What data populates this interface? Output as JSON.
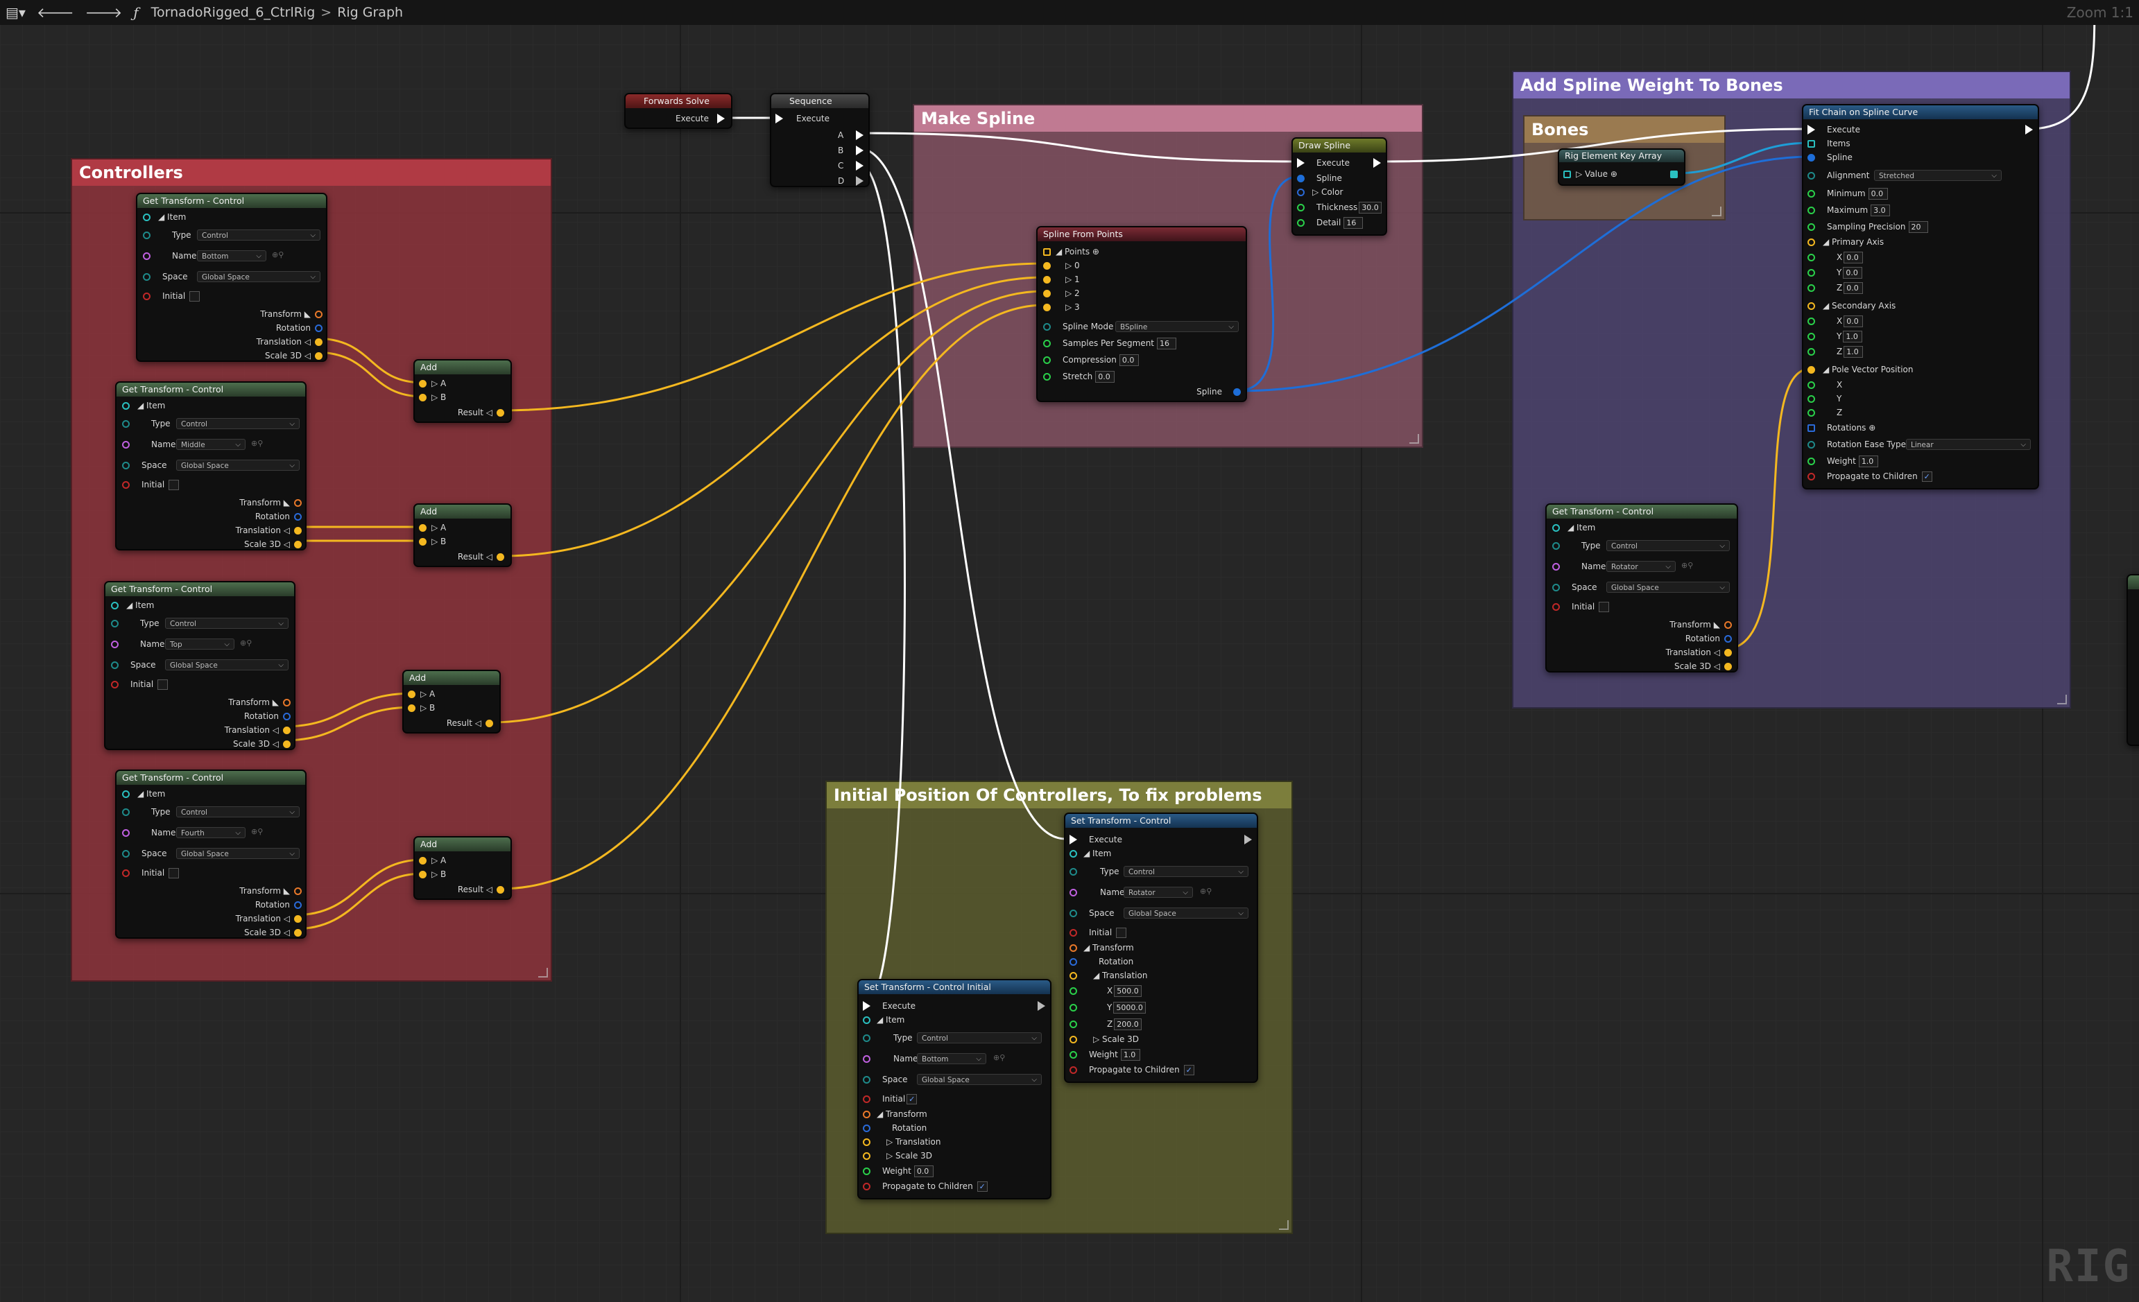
{
  "toolbar": {
    "menu_icon": "menu-icon",
    "back_icon": "back-arrow-icon",
    "forward_icon": "forward-arrow-icon",
    "function_icon": "function-icon",
    "asset_name": "TornadoRigged_6_CtrlRig",
    "graph_name": "Rig Graph",
    "zoom": "Zoom 1:1"
  },
  "watermark": "RIG",
  "comments": {
    "controllers": "Controllers",
    "make_spline": "Make Spline",
    "add_spline_weight": "Add Spline Weight To Bones",
    "bones": "Bones",
    "initial_position": "Initial Position Of Controllers, To fix problems"
  },
  "common": {
    "item": "Item",
    "type": "Type",
    "control": "Control",
    "name": "Name",
    "space": "Space",
    "global_space": "Global Space",
    "initial": "Initial",
    "transform": "Transform",
    "rotation": "Rotation",
    "translation": "Translation",
    "scale3d": "Scale 3D",
    "execute": "Execute",
    "a": "A",
    "b": "B",
    "result": "Result",
    "x": "X",
    "y": "Y",
    "z": "Z",
    "weight": "Weight",
    "propagate": "Propagate to Children",
    "get_transform_control": "Get Transform - Control",
    "add": "Add"
  },
  "nodes": {
    "forwards_solve": {
      "title": "Forwards Solve",
      "execute": "Execute"
    },
    "sequence": {
      "title": "Sequence",
      "execute": "Execute",
      "outputs": [
        "A",
        "B",
        "C",
        "D"
      ]
    },
    "get_bottom": {
      "name_value": "Bottom"
    },
    "get_middle": {
      "name_value": "Middle"
    },
    "get_top": {
      "name_value": "Top"
    },
    "get_fourth": {
      "name_value": "Fourth"
    },
    "spline_from_points": {
      "title": "Spline From Points",
      "points": "Points",
      "indices": [
        "0",
        "1",
        "2",
        "3"
      ],
      "spline_mode": "Spline Mode",
      "spline_mode_value": "BSpline",
      "samples": "Samples Per Segment",
      "samples_value": "16",
      "compression": "Compression",
      "compression_value": "0.0",
      "stretch": "Stretch",
      "stretch_value": "0.0",
      "spline": "Spline"
    },
    "draw_spline": {
      "title": "Draw Spline",
      "spline": "Spline",
      "color": "Color",
      "thickness": "Thickness",
      "thickness_value": "30.0",
      "detail": "Detail",
      "detail_value": "16"
    },
    "key_array": {
      "title": "Rig Element Key Array",
      "value": "Value"
    },
    "fit_chain": {
      "title": "Fit Chain on Spline Curve",
      "items": "Items",
      "spline": "Spline",
      "alignment": "Alignment",
      "alignment_value": "Stretched",
      "minimum": "Minimum",
      "minimum_value": "0.0",
      "maximum": "Maximum",
      "maximum_value": "3.0",
      "sampling": "Sampling Precision",
      "sampling_value": "20",
      "primary_axis": "Primary Axis",
      "primary_xyz": [
        "0.0",
        "0.0",
        "0.0"
      ],
      "secondary_axis": "Secondary Axis",
      "secondary_xyz": [
        "0.0",
        "1.0",
        "1.0"
      ],
      "pole_vector": "Pole Vector Position",
      "rotations": "Rotations",
      "ease_type": "Rotation Ease Type",
      "ease_value": "Linear",
      "weight_value": "1.0"
    },
    "get_rotator": {
      "name_value": "Rotator"
    },
    "set_transform": {
      "title": "Set Transform - Control",
      "name_value": "Rotator",
      "tx": "500.0",
      "ty": "5000.0",
      "tz": "200.0",
      "weight_value": "1.0",
      "propagate_checked": "✓"
    },
    "set_initial": {
      "title": "Set Transform - Control Initial",
      "name_value": "Bottom",
      "initial_checked": "✓",
      "weight_value": "0.0",
      "propagate_checked": "✓"
    }
  },
  "colors": {
    "controllers_bg": "#8e343c",
    "make_spline_bg": "#8a5566",
    "add_weight_bg": "#4e4470",
    "bones_bg": "#7a6040",
    "initial_bg": "#5a5c2e",
    "wire_transform": "#f4b820",
    "wire_exec": "#ffffff",
    "wire_spline": "#1e6ed8"
  }
}
